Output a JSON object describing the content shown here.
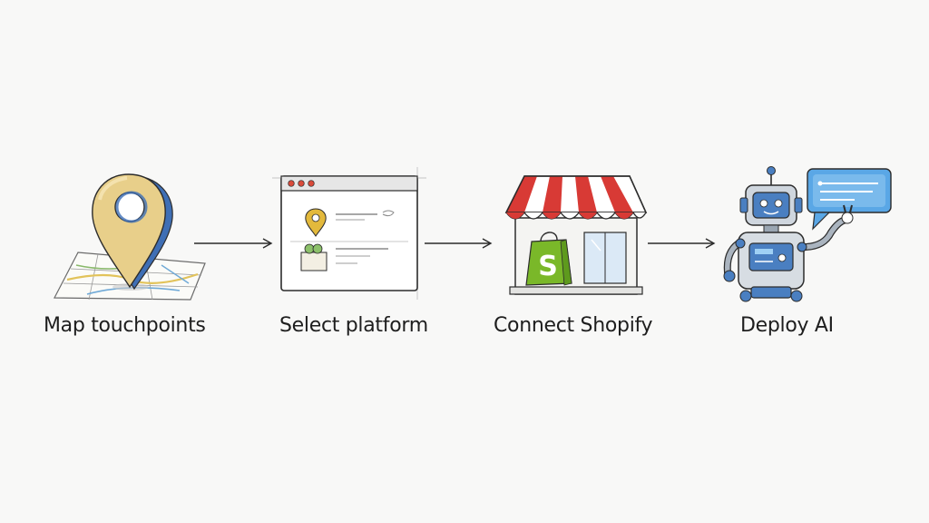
{
  "steps": [
    {
      "label": "Map touchpoints",
      "icon": "map-pin-icon"
    },
    {
      "label": "Select platform",
      "icon": "browser-window-icon"
    },
    {
      "label": "Connect Shopify",
      "icon": "storefront-icon"
    },
    {
      "label": "Deploy AI",
      "icon": "robot-icon"
    }
  ],
  "shopify_badge": "S",
  "colors": {
    "background": "#f8f8f7",
    "ink": "#1e1e1e",
    "pin_fill": "#e8cf8a",
    "pin_blue": "#3f6fb5",
    "awning_red": "#d83a35",
    "shopify_green": "#7ab829",
    "robot_blue": "#4a7fc1",
    "speech_blue": "#5aa7e6"
  }
}
